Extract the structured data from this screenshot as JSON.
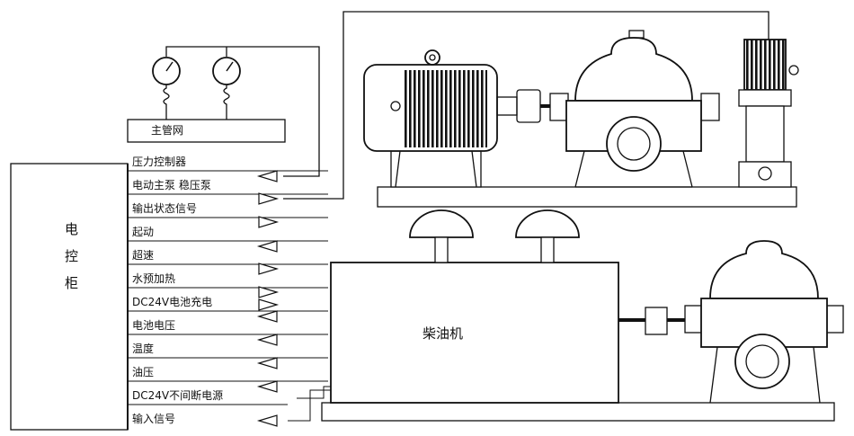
{
  "cabinet": {
    "title_chars": [
      "电",
      "控",
      "柜"
    ]
  },
  "main_network": "主管网",
  "signals": [
    {
      "label": "压力控制器",
      "direction": "in"
    },
    {
      "label": "电动主泵   稳压泵",
      "direction": "out"
    },
    {
      "label": "输出状态信号",
      "direction": "out"
    },
    {
      "label": "起动",
      "direction": "in"
    },
    {
      "label": "超速",
      "direction": "out"
    },
    {
      "label": "水预加热",
      "direction": "out"
    },
    {
      "label": "DC24V电池充电",
      "direction": "out"
    },
    {
      "label": "电池电压",
      "direction": "in"
    },
    {
      "label": "温度",
      "direction": "in"
    },
    {
      "label": "油压",
      "direction": "in"
    },
    {
      "label": "DC24V不间断电源",
      "direction": "in"
    },
    {
      "label": "输入信号",
      "direction": "in"
    }
  ],
  "diesel_engine": "柴油机"
}
